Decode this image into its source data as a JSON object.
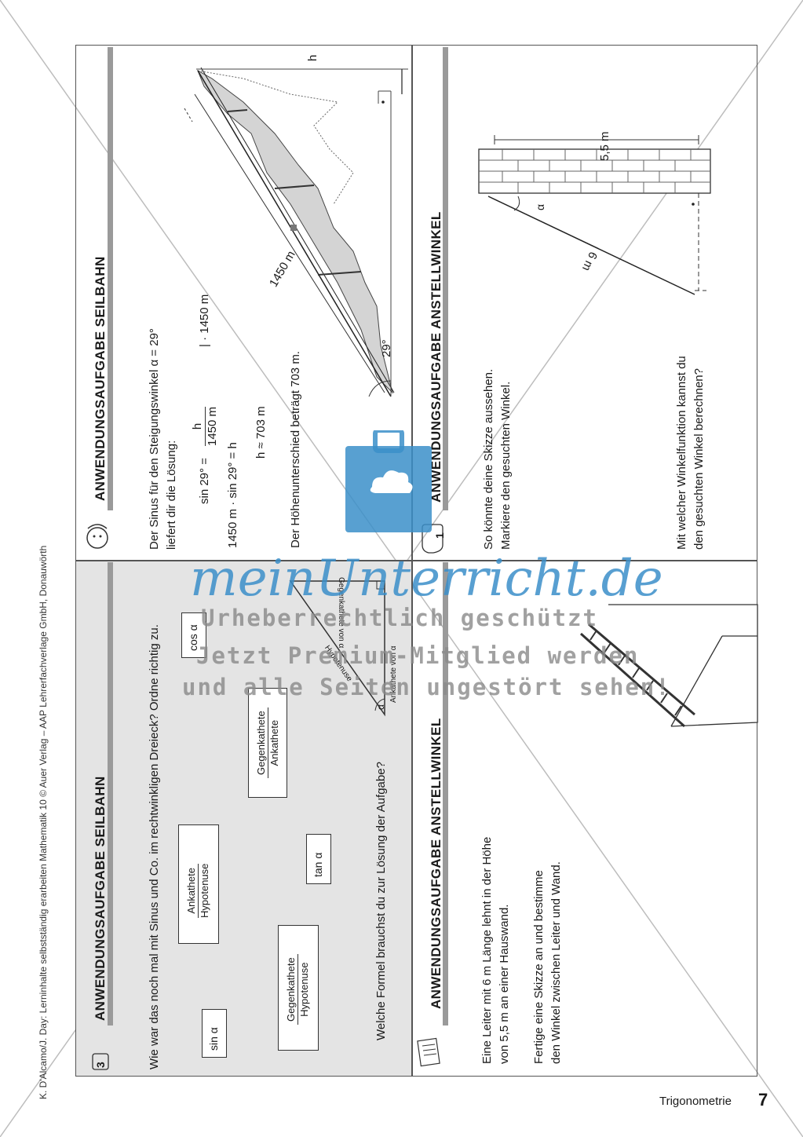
{
  "credit": "K. D'Alcamo/J. Day: Lerninhalte selbstständig erarbeiten Mathematik 10 © Auer Verlag – AAP Lehrerfachverlage GmbH, Donauwörth",
  "footer": {
    "subject": "Trigonometrie",
    "page": "7"
  },
  "card_tr": {
    "title": "ANWENDUNGSAUFGABE SEILBAHN",
    "intro": [
      "Der Sinus für den Steigungswinkel α = 29°",
      "liefert dir die Lösung:"
    ],
    "eq1_left": "sin 29° =",
    "eq1_num": "h",
    "eq1_den": "1450 m",
    "eq1_op": "| · 1450 m",
    "eq2": "1450 m · sin 29° = h",
    "eq3": "h ≈ 703 m",
    "result": "Der Höhenunterschied beträgt 703 m.",
    "label_h": "h",
    "label_length": "1450 m",
    "label_angle": "29°"
  },
  "card_tl": {
    "number": "3",
    "title": "ANWENDUNGSAUFGABE SEILBAHN",
    "question": "Wie war das noch mal mit Sinus und Co. im rechtwinkligen Dreieck? Ordne richtig zu.",
    "boxes": {
      "sin": "sin α",
      "cos": "cos α",
      "tan": "tan α",
      "frac1_num": "Ankathete",
      "frac1_den": "Hypotenuse",
      "frac2_num": "Gegenkathete",
      "frac2_den": "Ankathete",
      "frac3_num": "Gegenkathete",
      "frac3_den": "Hypotenuse"
    },
    "tri_opposite": "Gegenkathete von α",
    "tri_adjacent": "Ankathete von α",
    "tri_hyp": "Hypotenuse",
    "tri_alpha": "α",
    "question2": "Welche Formel brauchst du zur Lösung der Aufgabe?"
  },
  "card_br": {
    "number": "1",
    "title": "ANWENDUNGSAUFGABE ANSTELLWINKEL",
    "line1": "So könnte deine Skizze aussehen.",
    "line2": "Markiere den gesuchten Winkel.",
    "question": [
      "Mit welcher Winkelfunktion kannst du",
      "den gesuchten Winkel berechnen?"
    ],
    "label_height": "5,5 m",
    "label_ladder": "6 m",
    "label_alpha": "α"
  },
  "card_bl": {
    "title": "ANWENDUNGSAUFGABE ANSTELLWINKEL",
    "text1": [
      "Eine Leiter mit 6 m Länge lehnt in der Höhe",
      "von 5,5 m an einer Hauswand."
    ],
    "text2": [
      "Fertige eine Skizze an und bestimme",
      "den Winkel zwischen Leiter und Wand."
    ]
  },
  "watermark": {
    "brand": "meinUnterricht.de",
    "line1": "Urheberrechtlich geschützt",
    "line2": "Jetzt Premium-Mitglied werden",
    "line3": "und alle Seiten ungestört sehen!"
  }
}
